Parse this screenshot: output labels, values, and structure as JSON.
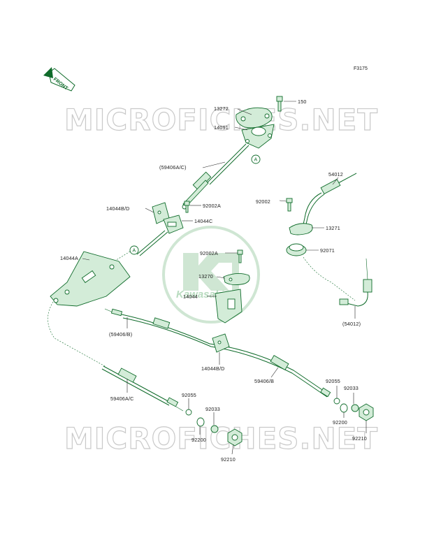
{
  "diagram": {
    "figure_code": "F3175",
    "front_label": "FRONT",
    "watermark": "MICROFICHES.NET",
    "logo_text": "Kawasaki",
    "reference_mark": "A"
  },
  "labels": {
    "p150": "150",
    "p13272": "13272",
    "p14091": "14091",
    "p59406ac_top": "(59406A/C)",
    "p54012": "54012",
    "p92002": "92002",
    "p13271": "13271",
    "p92071": "92071",
    "p14044bd_top": "14044B/D",
    "p92002a_top": "92002A",
    "p14044c": "14044C",
    "p14044a": "14044A",
    "p92002a_mid": "92002A",
    "p13270": "13270",
    "p14044": "14044",
    "p54012_paren": "(54012)",
    "p59406b_paren": "(59406/B)",
    "p14044bd_bottom": "14044B/D",
    "p59406b": "59406/B",
    "p59406ac_bottom": "59406A/C",
    "p92055_left": "92055",
    "p92033_left": "92033",
    "p92200_left": "92200",
    "p92210_left": "92210",
    "p92055_right": "92055",
    "p92033_right": "92033",
    "p92200_right": "92200",
    "p92210_right": "92210"
  }
}
